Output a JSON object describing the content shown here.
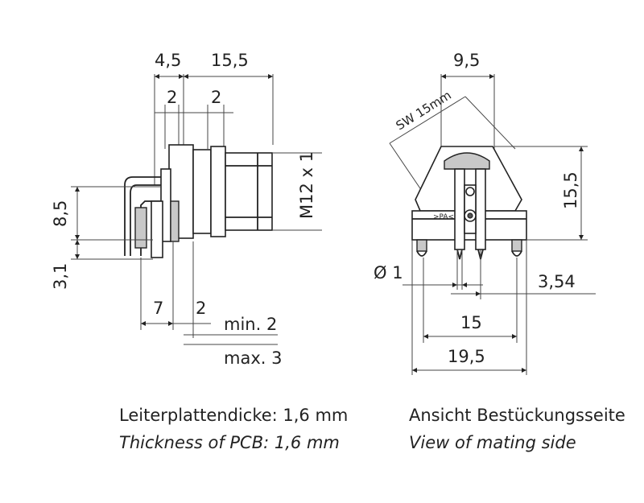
{
  "left_view": {
    "dims": {
      "d_4_5": "4,5",
      "d_15_5": "15,5",
      "d_2a": "2",
      "d_2b": "2",
      "d_8_5": "8,5",
      "d_3_1": "3,1",
      "d_7": "7",
      "d_2c": "2",
      "min": "min. 2",
      "max": "max. 3",
      "thread": "M12 x 1"
    }
  },
  "right_view": {
    "dims": {
      "d_9_5": "9,5",
      "sw": "SW 15mm",
      "d_15_5": "15,5",
      "pin": "Ø 1",
      "d_3_54": "3,54",
      "d_15": "15",
      "d_19_5": "19,5"
    }
  },
  "captions": {
    "pcb_de": "Leiterplattendicke: 1,6 mm",
    "pcb_en": "Thickness of PCB: 1,6 mm",
    "view_de": "Ansicht Bestückungsseite",
    "view_en": "View of mating side"
  }
}
